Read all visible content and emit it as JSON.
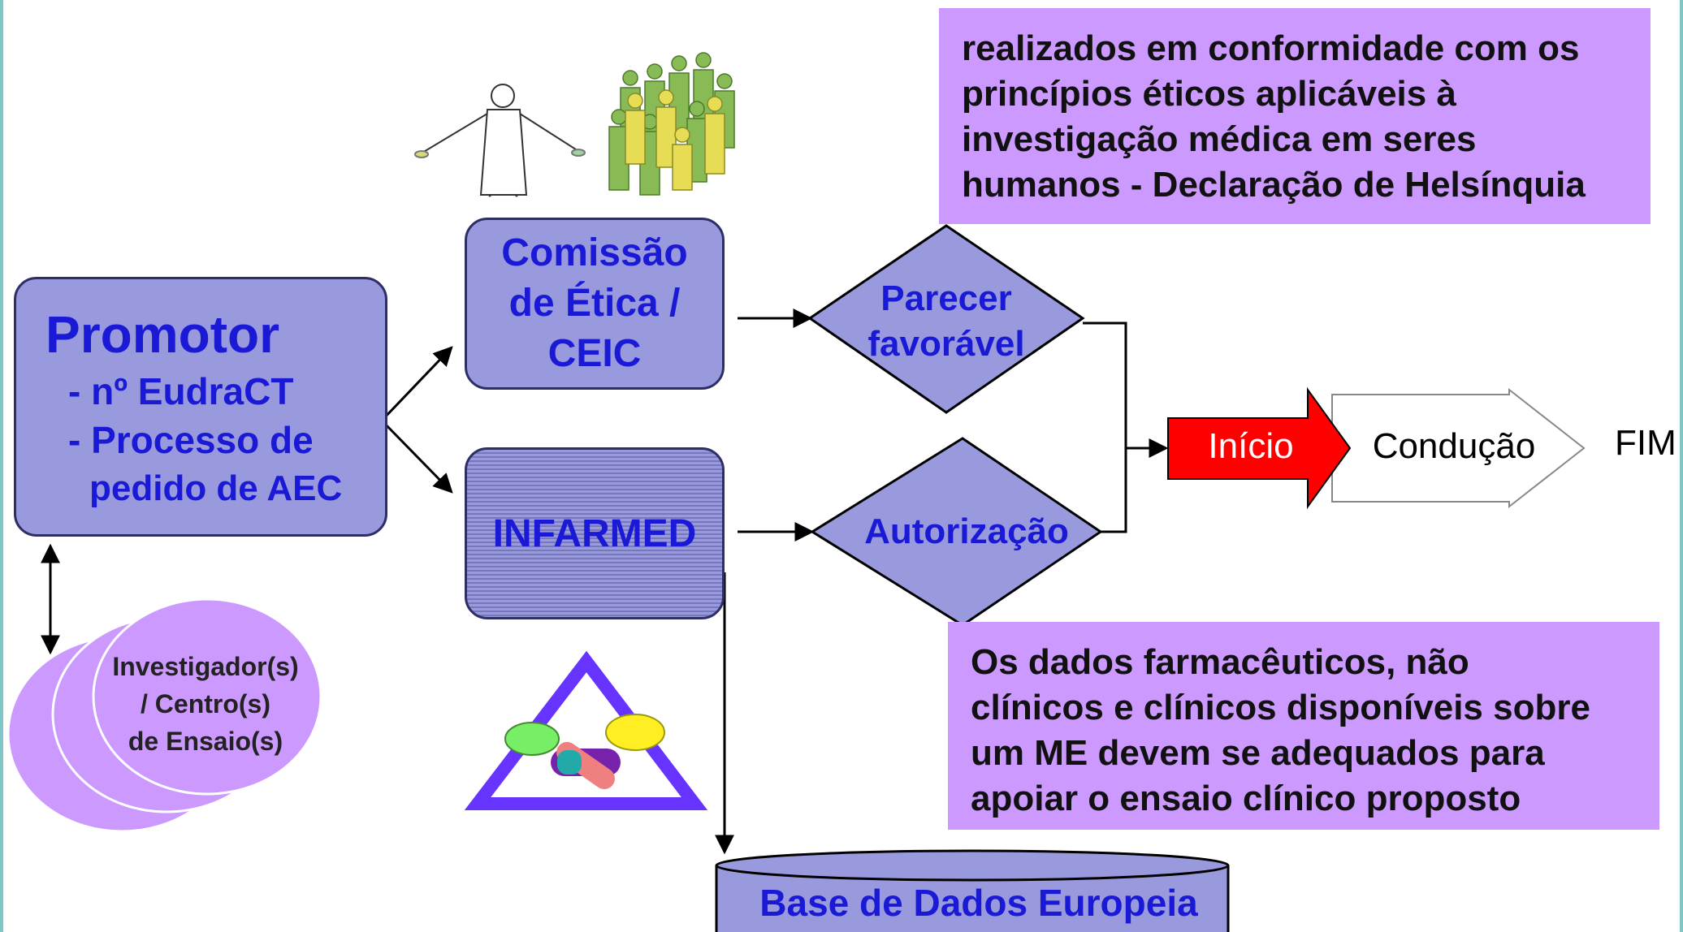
{
  "promotor": {
    "title": "Promotor",
    "line1": "- nº EudraCT",
    "line2": "- Processo de",
    "line3": "pedido de AEC"
  },
  "comissao": {
    "line1": "Comissão",
    "line2": "de Ética /",
    "line3": "CEIC"
  },
  "infarmed": {
    "label": "INFARMED"
  },
  "parecer": {
    "line1": "Parecer",
    "line2": "favorável"
  },
  "autorizacao": {
    "label": "Autorização"
  },
  "flow": {
    "inicio": "Início",
    "conducao": "Condução",
    "fim": "FIM"
  },
  "investigador": {
    "line1": "Investigador(s)",
    "line2": "/ Centro(s)",
    "line3": "de Ensaio(s)"
  },
  "database": {
    "label": "Base de Dados Europeia"
  },
  "callout_top": {
    "lines": [
      "realizados em conformidade com os",
      "princípios éticos aplicáveis à",
      "investigação médica em seres",
      "humanos - Declaração de Helsínquia"
    ]
  },
  "callout_bottom": {
    "lines": [
      "Os dados farmacêuticos,  não",
      "clínicos e clínicos disponíveis sobre",
      "um ME devem se adequados para",
      "apoiar o ensaio clínico proposto"
    ]
  },
  "colors": {
    "box_fill": "#9999dd",
    "box_text": "#1a1ad6",
    "callout_fill": "#cc99ff",
    "inicio_fill": "#ff0000",
    "circle_fill": "#cc99ff",
    "triangle_stroke": "#6633ff"
  },
  "icons": {
    "doctor": "doctor-illustration",
    "people": "crowd-illustration",
    "pills": "pills-triangle-logo"
  }
}
